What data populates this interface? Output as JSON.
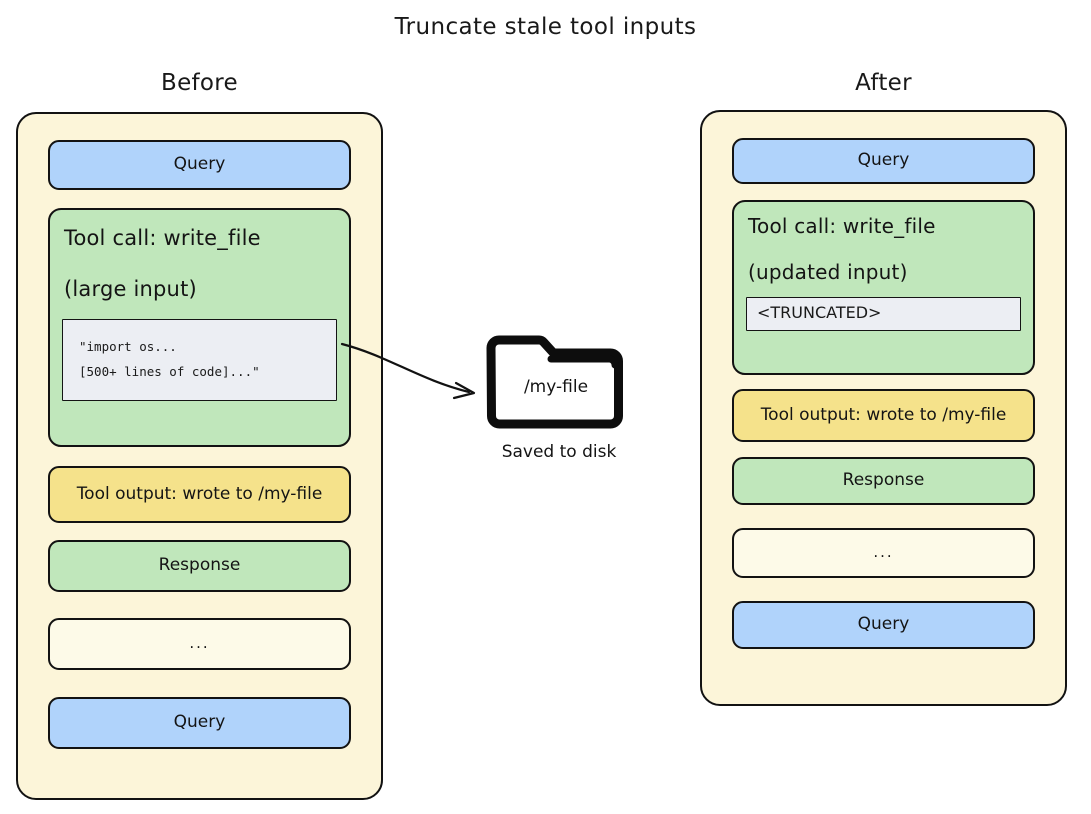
{
  "title": "Truncate stale tool inputs",
  "columns": {
    "before": {
      "heading": "Before",
      "blocks": {
        "query_top": "Query",
        "tool_call_title": "Tool call: write_file",
        "tool_call_subtitle": "(large input)",
        "code_line_1": "\"import os...",
        "code_line_2": "[500+ lines of code]...\"",
        "tool_output": "Tool output: wrote to /my-file",
        "response": "Response",
        "ellipsis": "...",
        "query_bottom": "Query"
      }
    },
    "after": {
      "heading": "After",
      "blocks": {
        "query_top": "Query",
        "tool_call_title": "Tool call: write_file",
        "tool_call_subtitle": "(updated input)",
        "truncated": "<TRUNCATED>",
        "tool_output": "Tool output: wrote to /my-file",
        "response": "Response",
        "ellipsis": "...",
        "query_bottom": "Query"
      }
    }
  },
  "center": {
    "folder_label": "/my-file",
    "caption": "Saved to disk",
    "arrow_icon": "curved-arrow-icon",
    "folder_icon": "folder-icon"
  },
  "colors": {
    "query": "#b0d3fb",
    "tool_call": "#c0e7bb",
    "response": "#c0e7bb",
    "tool_output": "#f5e28b",
    "panel": "#fcf5d9",
    "ellipsis": "#fdfae8",
    "code": "#eceef3",
    "stroke": "#121212"
  }
}
